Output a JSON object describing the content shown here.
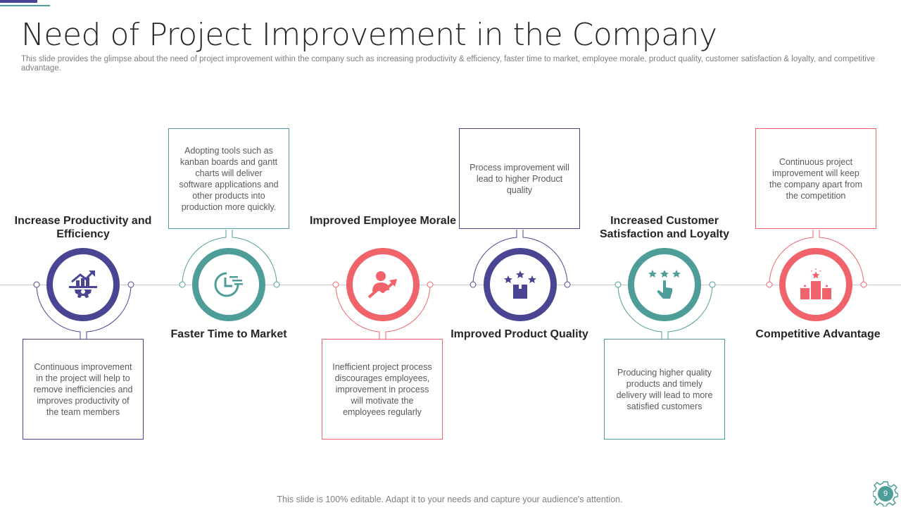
{
  "header": {
    "title": "Need of Project Improvement in the Company",
    "subtitle": "This slide provides the glimpse about the need of project improvement within the company such as increasing productivity & efficiency, faster time to market, employee morale, product quality, customer satisfaction & loyalty, and competitive advantage."
  },
  "colors": {
    "purple": "#4a4592",
    "teal": "#4e9d98",
    "coral": "#f0636b"
  },
  "items": [
    {
      "heading": "Increase Productivity and Efficiency",
      "text": "Continuous improvement in the project will help to remove inefficiencies and improves productivity of the team members",
      "icon": "growth-gear-icon",
      "color": "purple",
      "box_position": "below"
    },
    {
      "heading": "Faster Time to Market",
      "text": "Adopting tools such as kanban boards and gantt charts will deliver software applications and other products into production more quickly.",
      "icon": "fast-clock-icon",
      "color": "teal",
      "box_position": "above"
    },
    {
      "heading": "Improved Employee Morale",
      "text": "Inefficient project process discourages employees, improvement in process will motivate the employees regularly",
      "icon": "employee-growth-icon",
      "color": "coral",
      "box_position": "below"
    },
    {
      "heading": "Improved Product Quality",
      "text": "Process improvement will lead to higher Product quality",
      "icon": "product-stars-icon",
      "color": "purple",
      "box_position": "above"
    },
    {
      "heading": "Increased Customer Satisfaction and Loyalty",
      "text": "Producing higher quality products and timely delivery will lead to more satisfied customers",
      "icon": "rating-hand-icon",
      "color": "teal",
      "box_position": "below"
    },
    {
      "heading": "Competitive Advantage",
      "text": "Continuous project improvement will keep the company apart from the competition",
      "icon": "podium-icon",
      "color": "coral",
      "box_position": "above"
    }
  ],
  "footer": {
    "text": "This slide is 100% editable. Adapt it to your needs and capture your audience's attention."
  },
  "page": {
    "number": "9"
  }
}
